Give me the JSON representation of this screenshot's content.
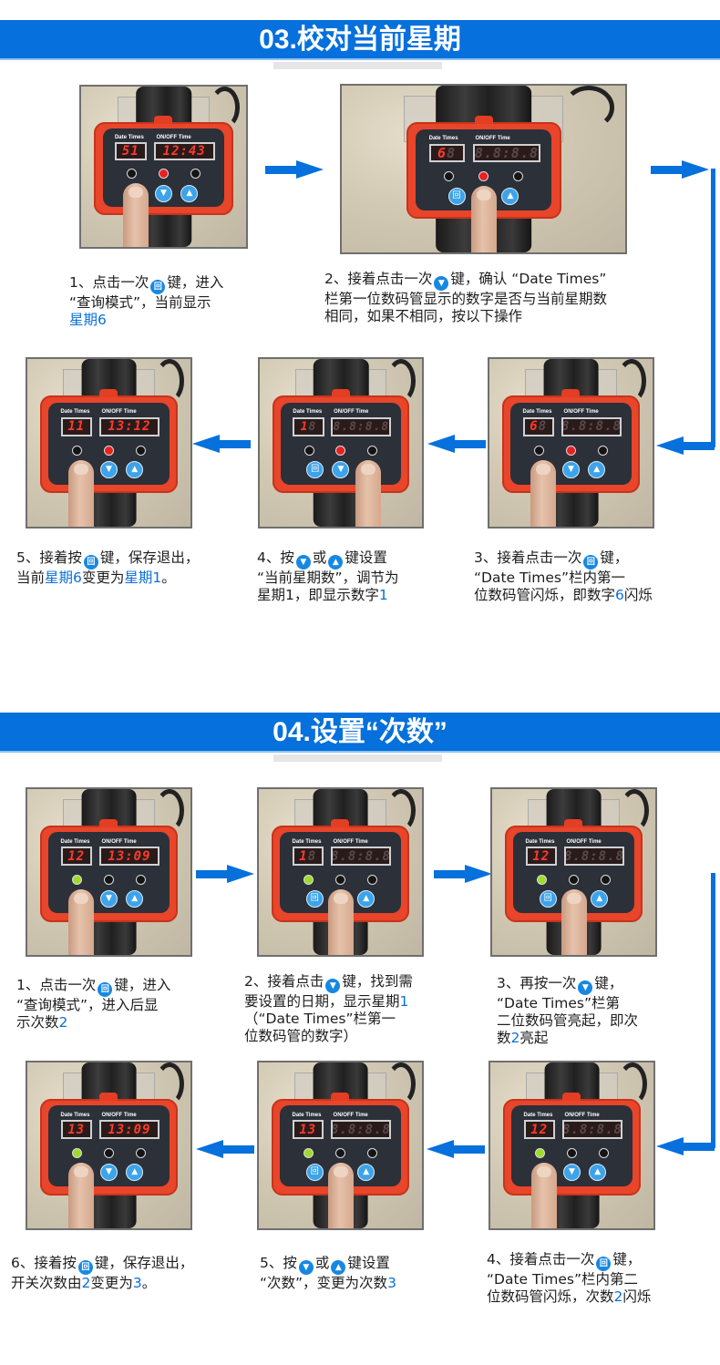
{
  "colors": {
    "accent": "#0670DC",
    "highlight_text": "#0b6fd6",
    "device_red": "#e8452a",
    "key_blue": "#3da3ea"
  },
  "icons": {
    "menu_key": "menu-key-icon",
    "down_key": "down-triangle-key-icon",
    "up_key": "up-triangle-key-icon",
    "arrow": "flow-arrow-icon"
  },
  "device_labels": {
    "date_times": "Date Times",
    "onoff_time": "ON/OFF Time",
    "off_led": "OFF",
    "on_led": "ON"
  },
  "key_glyphs": {
    "menu": "回",
    "down": "▼",
    "up": "▲"
  },
  "sections": [
    {
      "title": "03.校对当前星期",
      "steps": [
        {
          "n": "1",
          "date": "51",
          "time": "12:43",
          "time_on": true,
          "led": "red",
          "finger": "menu",
          "parts": {
            "a": "1、点击一次",
            "b": "键，进入",
            "c": "“查询模式”，当前显示",
            "d": "星期6"
          }
        },
        {
          "n": "2",
          "date": "6",
          "time": "8.8:8.8",
          "time_on": false,
          "led": "red",
          "finger": "down",
          "parts": {
            "a": "2、接着点击一次",
            "b": "键，确认 “Date Times”",
            "c": "栏第一位数码管显示的数字是否与当前星期数",
            "d": "相同，如果不相同，按以下操作"
          }
        },
        {
          "n": "3",
          "date": "6",
          "time": "8.8:8.8",
          "time_on": false,
          "led": "red",
          "finger": "menu",
          "parts": {
            "a": "3、接着点击一次",
            "b": "键，",
            "c": "“Date Times”栏内第一",
            "d": "位数码管闪烁，即数字",
            "e": "6",
            "f": "闪烁"
          }
        },
        {
          "n": "4",
          "date": "1",
          "time": "8.8:8.8",
          "time_on": false,
          "led": "red",
          "finger": "up",
          "parts": {
            "a": "4、按",
            "b": "或",
            "c": "键设置",
            "d": "“当前星期数”，调节为",
            "e": "星期1，即显示数字",
            "f": "1"
          }
        },
        {
          "n": "5",
          "date": "11",
          "time": "13:12",
          "time_on": true,
          "led": "red",
          "finger": "menu",
          "parts": {
            "a": "5、接着按",
            "b": "键，保存退出，",
            "c": "当前",
            "d": "星期6",
            "e": "变更为",
            "f": "星期1",
            "g": "。"
          }
        }
      ]
    },
    {
      "title": "04.设置“次数”",
      "steps": [
        {
          "n": "1",
          "date": "12",
          "time": "13:09",
          "time_on": true,
          "led": "green",
          "finger": "menu",
          "parts": {
            "a": "1、点击一次",
            "b": "键，进入",
            "c": "“查询模式”，进入后显",
            "d": "示次数",
            "e": "2"
          }
        },
        {
          "n": "2",
          "date": "1",
          "time": "8.8:8.8",
          "time_on": false,
          "led": "green",
          "finger": "down",
          "parts": {
            "a": "2、接着点击",
            "b": "键，找到需",
            "c": "要设置的日期，显示星期",
            "d": "1",
            "e": "（“Date Times”栏第一",
            "f": "位数码管的数字）"
          }
        },
        {
          "n": "3",
          "date": "12",
          "time": "8.8:8.8",
          "time_on": false,
          "led": "green",
          "finger": "down",
          "parts": {
            "a": "3、再按一次",
            "b": "键，",
            "c": "“Date Times”栏第",
            "d": "二位数码管亮起，即次",
            "e": "数",
            "f": "2",
            "g": "亮起"
          }
        },
        {
          "n": "4",
          "date": "12",
          "time": "8.8:8.8",
          "time_on": false,
          "led": "green",
          "finger": "menu",
          "parts": {
            "a": "4、接着点击一次",
            "b": "键，",
            "c": "“Date Times”栏内第二",
            "d": "位数码管闪烁，次数",
            "e": "2",
            "f": "闪烁"
          }
        },
        {
          "n": "5",
          "date": "13",
          "time": "8.8:8.8",
          "time_on": false,
          "led": "green",
          "finger": "down",
          "parts": {
            "a": "5、按",
            "b": "或",
            "c": "键设置",
            "d": "“次数”，变更为次数",
            "e": "3"
          }
        },
        {
          "n": "6",
          "date": "13",
          "time": "13:09",
          "time_on": true,
          "led": "green",
          "finger": "menu",
          "parts": {
            "a": "6、接着按",
            "b": "键，保存退出，",
            "c": "开关次数由",
            "d": "2",
            "e": "变更为",
            "f": "3",
            "g": "。"
          }
        }
      ]
    }
  ]
}
